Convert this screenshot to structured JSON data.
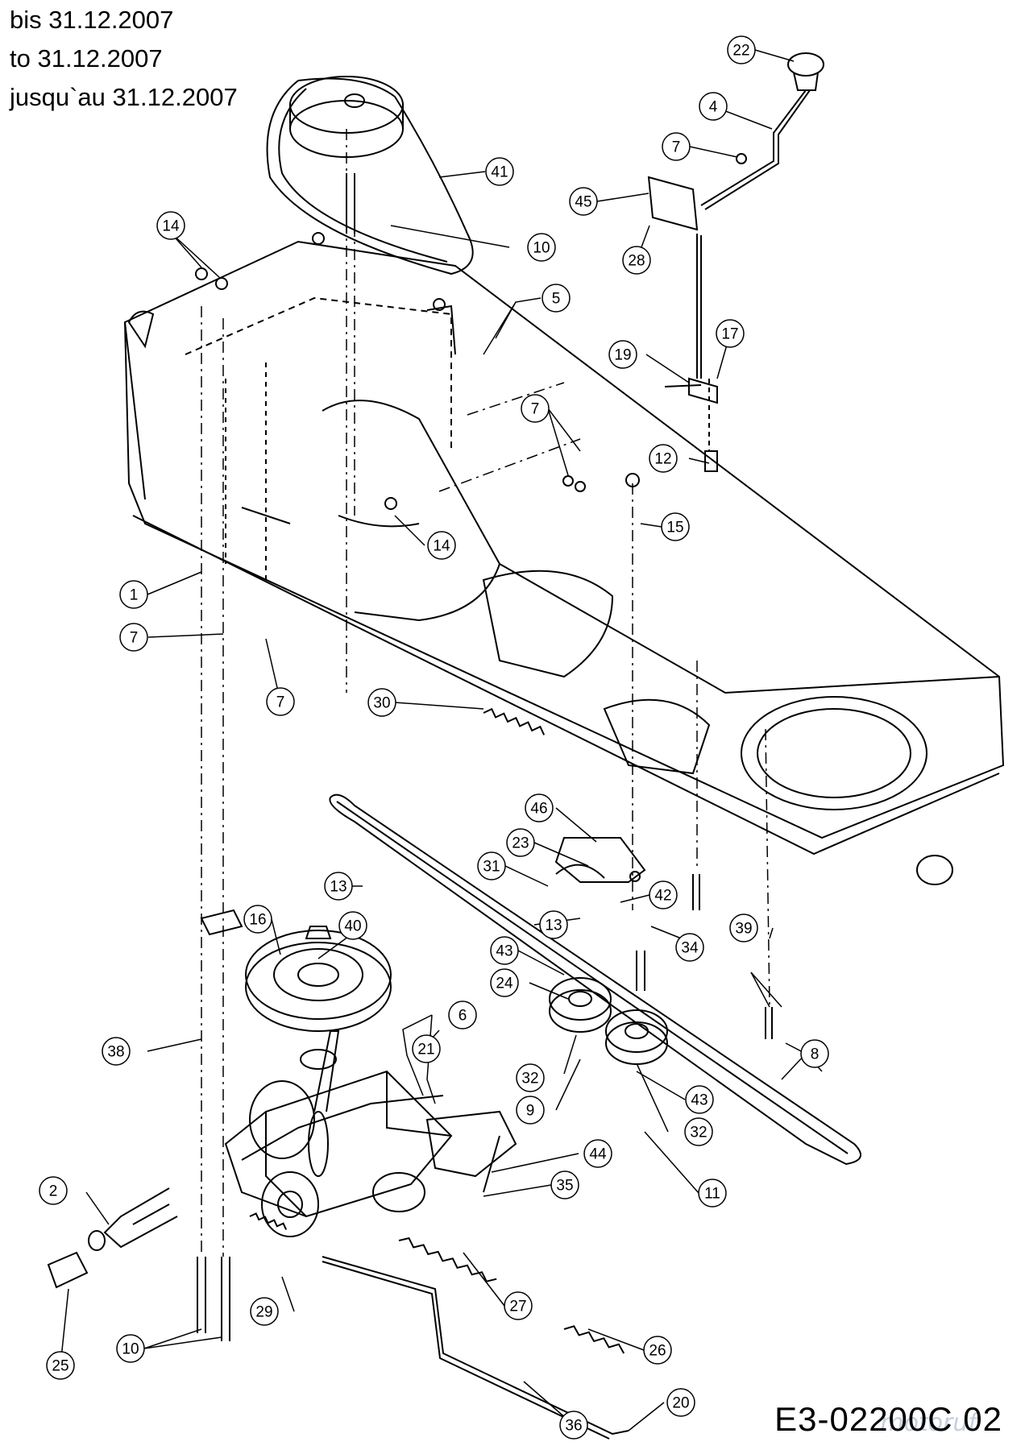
{
  "header_lines": [
    "bis 31.12.2007",
    "to 31.12.2007",
    "jusqu`au 31.12.2007"
  ],
  "drawing_code": "E3-02200C 02",
  "watermark": "motoruf",
  "callouts": [
    "22",
    "4",
    "7",
    "45",
    "28",
    "41",
    "10",
    "14",
    "5",
    "19",
    "17",
    "7",
    "12",
    "14",
    "15",
    "1",
    "7",
    "7",
    "30",
    "46",
    "23",
    "31",
    "13",
    "40",
    "16",
    "42",
    "13",
    "34",
    "39",
    "43",
    "24",
    "6",
    "21",
    "38",
    "32",
    "43",
    "32",
    "9",
    "8",
    "11",
    "2",
    "44",
    "35",
    "27",
    "29",
    "10",
    "26",
    "25",
    "20",
    "36"
  ]
}
